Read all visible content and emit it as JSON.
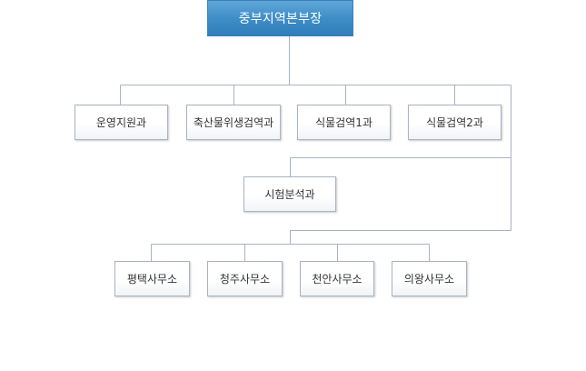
{
  "org": {
    "root": "중부지역본부장",
    "divisions": [
      "운영지원과",
      "축산물위생검역과",
      "식물검역1과",
      "식물검역2과"
    ],
    "lab": "시험분석과",
    "offices": [
      "평택사무소",
      "청주사무소",
      "천안사무소",
      "의왕사무소"
    ]
  },
  "colors": {
    "root_fill": "#3f8ec7",
    "node_border": "#a9b4c2",
    "connector": "#a9b4c2"
  }
}
